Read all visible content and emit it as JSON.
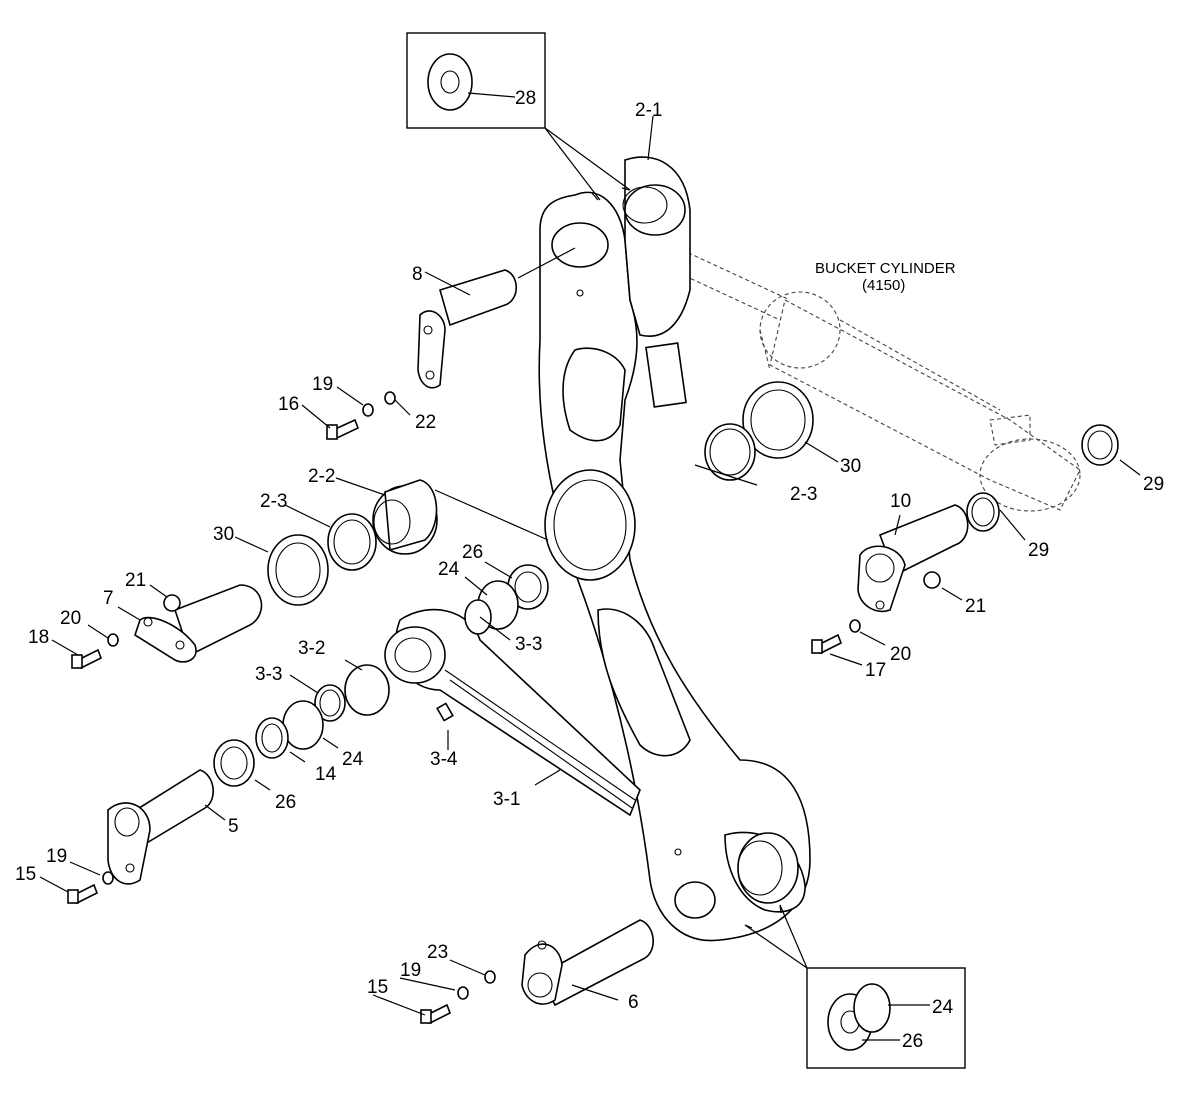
{
  "diagram": {
    "cylinder_label": "BUCKET CYLINDER",
    "cylinder_ref": "(4150)",
    "callouts": {
      "c28": "28",
      "c2_1": "2-1",
      "c8": "8",
      "c19a": "19",
      "c16": "16",
      "c22": "22",
      "c2_2": "2-2",
      "c2_3a": "2-3",
      "c30a": "30",
      "c2_3b": "2-3",
      "c30b": "30",
      "c29a": "29",
      "c29b": "29",
      "c10": "10",
      "c21a": "21",
      "c20a": "20",
      "c17": "17",
      "c26a": "26",
      "c24a": "24",
      "c21b": "21",
      "c7": "7",
      "c20b": "20",
      "c18": "18",
      "c3_3a": "3-3",
      "c3_2": "3-2",
      "c3_3b": "3-3",
      "c24b": "24",
      "c14": "14",
      "c3_4": "3-4",
      "c26b": "26",
      "c5": "5",
      "c3_1": "3-1",
      "c19b": "19",
      "c15a": "15",
      "c23": "23",
      "c19c": "19",
      "c15b": "15",
      "c6": "6",
      "c24c": "24",
      "c26c": "26"
    }
  }
}
